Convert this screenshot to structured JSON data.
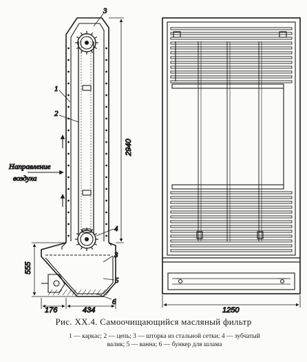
{
  "figure": {
    "caption": "Рис. XX.4. Самоочищающийся масляный фильтр",
    "legend_line1": "1 — каркас;  2 — цепь;  3 — шторка  из  стальной  сетки;  4 — зубчатый",
    "legend_line2": "валик;  5 — ванна;  6 — бункер  для  шлама"
  },
  "labels": {
    "air_direction_1": "Направление",
    "air_direction_2": "воздуха",
    "part_1": "1",
    "part_2": "2",
    "part_3_top": "3",
    "part_3_bottom": "3",
    "part_4": "4",
    "part_5": "5",
    "part_6": "6"
  },
  "dimensions": {
    "height_total": "2940",
    "height_bath": "555",
    "width_bunker": "176",
    "width_side": "434",
    "width_front": "1250"
  }
}
